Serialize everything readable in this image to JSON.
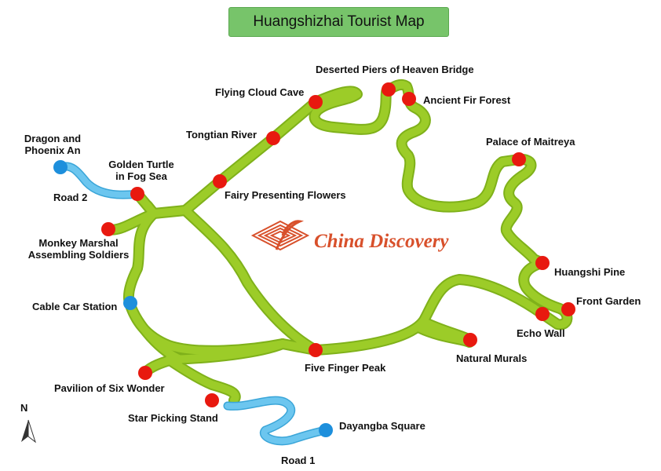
{
  "title": "Huangshizhai Tourist Map",
  "logo_text": "China Discovery",
  "north_label": "N",
  "colors": {
    "trail": "#9ccc28",
    "trail_edge": "#7fb11a",
    "road": "#6cc6ef",
    "scenic_spot": "#e8190f",
    "transport_point": "#1d8fdc",
    "title_bg": "#77c46a",
    "logo": "#d8502b"
  },
  "spots": [
    {
      "id": "deserted-piers",
      "lines": [
        "Deserted Piers of Heaven Bridge"
      ],
      "kind": "scenic"
    },
    {
      "id": "ancient-fir-forest",
      "lines": [
        "Ancient Fir Forest"
      ],
      "kind": "scenic"
    },
    {
      "id": "flying-cloud-cave",
      "lines": [
        "Flying Cloud Cave"
      ],
      "kind": "scenic"
    },
    {
      "id": "tongtian-river",
      "lines": [
        "Tongtian River"
      ],
      "kind": "scenic"
    },
    {
      "id": "palace-of-maitreya",
      "lines": [
        "Palace of Maitreya"
      ],
      "kind": "scenic"
    },
    {
      "id": "dragon-phoenix",
      "lines": [
        "Dragon and",
        "Phoenix An"
      ],
      "kind": "transport"
    },
    {
      "id": "golden-turtle",
      "lines": [
        "Golden Turtle",
        "in Fog Sea"
      ],
      "kind": "scenic"
    },
    {
      "id": "fairy-presenting-flowers",
      "lines": [
        "Fairy Presenting Flowers"
      ],
      "kind": "scenic"
    },
    {
      "id": "monkey-marshal",
      "lines": [
        "Monkey Marshal",
        "Assembling Soldiers"
      ],
      "kind": "scenic"
    },
    {
      "id": "huangshi-pine",
      "lines": [
        "Huangshi Pine"
      ],
      "kind": "scenic"
    },
    {
      "id": "front-garden",
      "lines": [
        "Front Garden"
      ],
      "kind": "scenic"
    },
    {
      "id": "echo-wall",
      "lines": [
        "Echo Wall"
      ],
      "kind": "scenic"
    },
    {
      "id": "cable-car-station",
      "lines": [
        "Cable Car Station"
      ],
      "kind": "transport"
    },
    {
      "id": "five-finger-peak",
      "lines": [
        "Five Finger Peak"
      ],
      "kind": "scenic"
    },
    {
      "id": "natural-murals",
      "lines": [
        "Natural Murals"
      ],
      "kind": "scenic"
    },
    {
      "id": "pavilion-six-wonder",
      "lines": [
        "Pavilion of Six Wonder"
      ],
      "kind": "scenic"
    },
    {
      "id": "star-picking-stand",
      "lines": [
        "Star Picking Stand"
      ],
      "kind": "scenic"
    },
    {
      "id": "dayangba-square",
      "lines": [
        "Dayangba Square"
      ],
      "kind": "transport"
    }
  ],
  "roads": [
    {
      "id": "road-2",
      "label": "Road 2"
    },
    {
      "id": "road-1",
      "label": "Road 1"
    }
  ]
}
